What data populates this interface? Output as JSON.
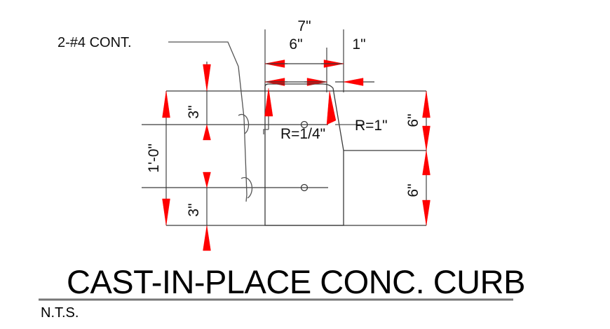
{
  "drawing": {
    "title": "CAST-IN-PLACE CONC. CURB",
    "scale_note": "N.T.S.",
    "annotations": {
      "rebar_label": "2-#4 CONT.",
      "radius_top_left": "R=1/4\"",
      "radius_top_right": "R=1\""
    },
    "dimensions": {
      "top_overall": "7\"",
      "top_inner": "6\"",
      "top_offset": "1\"",
      "left_overall": "1'-0\"",
      "left_upper_cover": "3\"",
      "left_lower_cover": "3\"",
      "right_upper": "6\"",
      "right_lower": "6\""
    },
    "colors": {
      "arrow": "#ff0000",
      "line": "#3a3a3a",
      "text": "#101010"
    }
  }
}
